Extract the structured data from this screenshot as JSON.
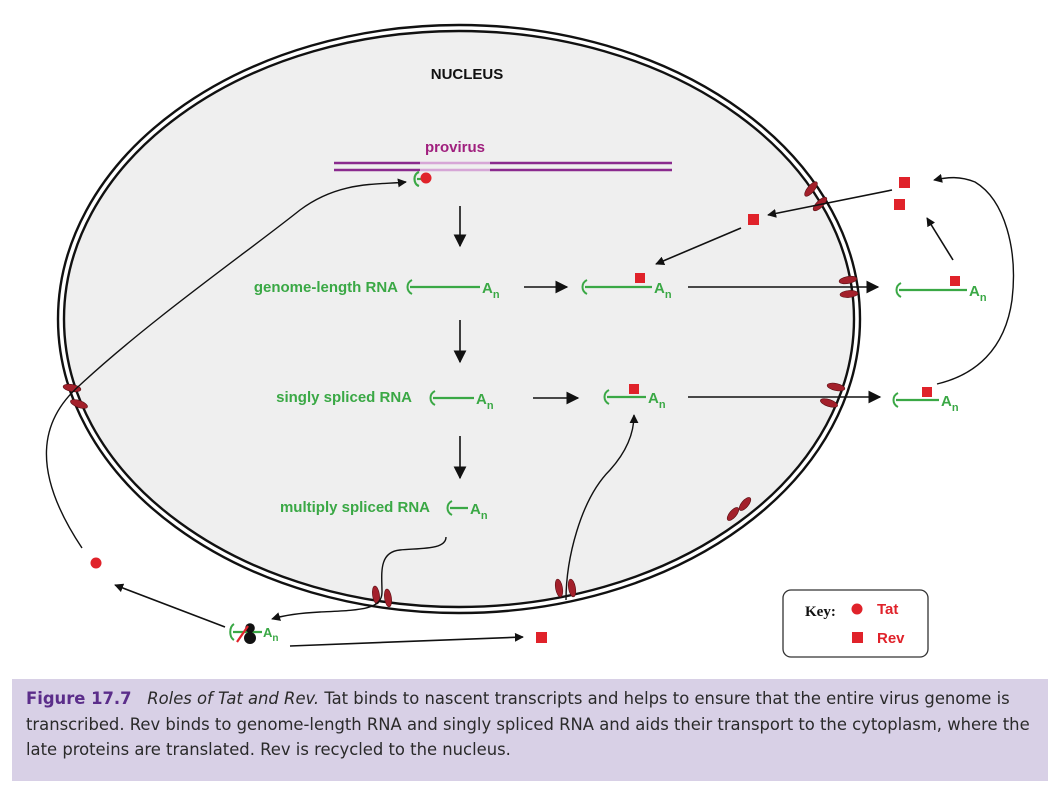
{
  "diagram": {
    "nucleus_label": "NUCLEUS",
    "provirus_label": "provirus",
    "rna_labels": {
      "genome_length": "genome-length RNA",
      "singly_spliced": "singly spliced RNA",
      "multiply_spliced": "multiply spliced RNA"
    },
    "polyA": {
      "base": "A",
      "sub": "n"
    },
    "key": {
      "title": "Key:",
      "tat_label": "Tat",
      "rev_label": "Rev"
    },
    "colors": {
      "rna": "#3aa845",
      "protein": "#e0222a",
      "provirus": "#8a2a8e",
      "provirus_light": "#d6a6d6",
      "pore": "#a3202b",
      "nucleus_fill": "#efefef",
      "caption_bg": "#d8d0e6",
      "caption_accent": "#5b2d8a"
    }
  },
  "caption": {
    "figure_label": "Figure 17.7",
    "title": "Roles of Tat and Rev.",
    "text": "Tat binds to nascent transcripts and helps to ensure that the entire virus genome is transcribed. Rev binds to genome-length RNA and singly spliced RNA and aids their transport to the cytoplasm, where the late proteins are translated. Rev is recycled to the nucleus."
  }
}
